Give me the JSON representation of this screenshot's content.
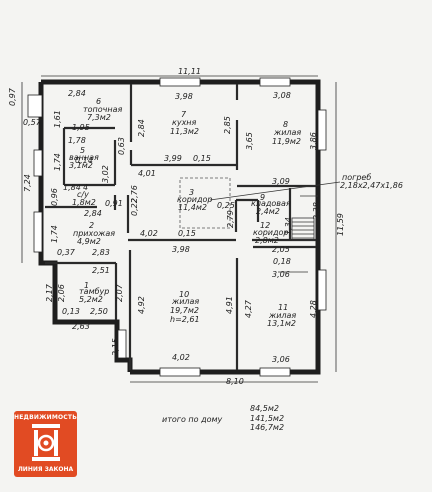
{
  "dims": {
    "top_total": "11,11",
    "bottom_total": "8,10",
    "left_side": "7,24",
    "right_side": "11,59",
    "d097": "0,97",
    "d057": "0,57",
    "d284_top": "2,84",
    "d398_top": "3,98",
    "d308_top": "3,08",
    "d161": "1,61",
    "d195": "1,95",
    "d178": "1,78",
    "d174_bath": "1,74",
    "d302": "3,02",
    "d063": "0,63",
    "d284_kitchen": "2,84",
    "d285": "2,85",
    "d399": "3,99",
    "d015_kitchen": "0,15",
    "d365": "3,65",
    "d386": "3,86",
    "d401": "4,01",
    "d276": "2,76",
    "d309": "3,09",
    "d014": "0,14",
    "d184": "1,84",
    "d096": "0,96",
    "d091": "0,91",
    "d022": "0,22",
    "d284_mid": "2,84",
    "d025": "0,25",
    "d279": "2,79",
    "d134": "1,34",
    "d238": "2,38",
    "d174_hall": "1,74",
    "d037": "0,37",
    "d283": "2,83",
    "d402_mid": "4,02",
    "d015_mid": "0,15",
    "d205": "2,05",
    "d018": "0,18",
    "d398_mid": "3,98",
    "d306_mid": "3,06",
    "d251": "2,51",
    "d217": "2,17",
    "d206": "2,06",
    "d207": "2,07",
    "d013": "0,13",
    "d250": "2,50",
    "d263": "2,63",
    "d492": "4,92",
    "d491": "4,91",
    "d427": "4,27",
    "d428": "4,28",
    "d215": "2,15",
    "d402_bot": "4,02",
    "d306_bot": "3,06"
  },
  "rooms": {
    "r6": {
      "num": "6",
      "name": "топочная",
      "area": "7,3м2"
    },
    "r7": {
      "num": "7",
      "name": "кухня",
      "area": "11,3м2"
    },
    "r8": {
      "num": "8",
      "name": "жилая",
      "area": "11,9м2"
    },
    "r5": {
      "num": "5",
      "name": "ванная",
      "area": "3,1м2"
    },
    "r4": {
      "num": "4",
      "name": "с/у",
      "area": "1,8м2"
    },
    "r3": {
      "num": "3",
      "name": "коридор",
      "area": "11,4м2"
    },
    "r9": {
      "num": "9",
      "name": "кладовая",
      "area": "2,4м2"
    },
    "r12": {
      "num": "12",
      "name": "коридор",
      "area": "2,8м2"
    },
    "r2": {
      "num": "2",
      "name": "прихожая",
      "area": "4,9м2"
    },
    "r1": {
      "num": "1",
      "name": "тамбур",
      "area": "5,2м2"
    },
    "r10": {
      "num": "10",
      "name": "жилая",
      "area": "19,7м2",
      "extra": "h=2,61"
    },
    "r11": {
      "num": "11",
      "name": "жилая",
      "area": "13,1м2"
    }
  },
  "cellar": {
    "label": "погреб",
    "size": "2,18х2,47х1,86"
  },
  "totals": {
    "label": "итого по дому",
    "values": [
      "84,5м2",
      "141,5м2",
      "146,7м2"
    ]
  },
  "logo": {
    "top": "НЕДВИЖИМОСТЬ",
    "bottom": "ЛИНИЯ ЗАКОНА",
    "color": "#e14b23"
  }
}
